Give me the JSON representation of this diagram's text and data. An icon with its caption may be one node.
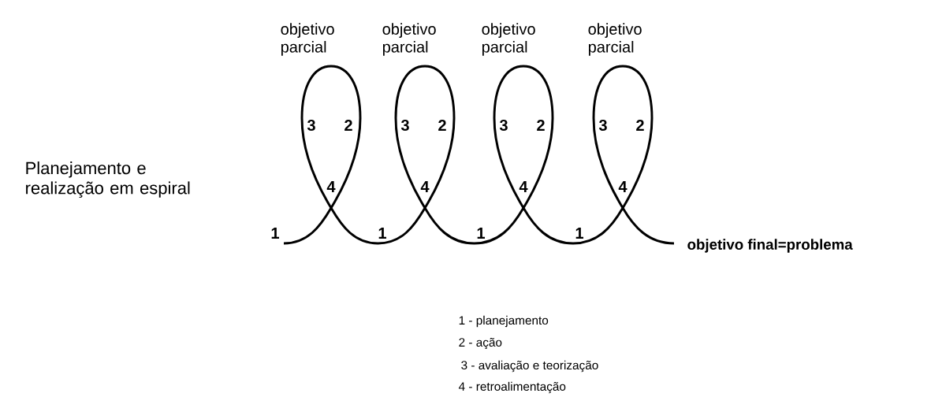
{
  "diagram": {
    "labels": [
      "objetivo parcial",
      "objetivo parcial",
      "objetivo parcial",
      "objetivo parcial",
      "Planejamento e realização em espiral",
      "3",
      "2",
      "3",
      "2",
      "3",
      "2",
      "3",
      "2",
      "4",
      "4",
      "4",
      "4",
      "1",
      "1",
      "1",
      "1",
      "objetivo final=problema",
      "1 - planejamento",
      "2 - ação",
      "3 - avaliação e teorização",
      "4 - retroalimentação"
    ]
  }
}
